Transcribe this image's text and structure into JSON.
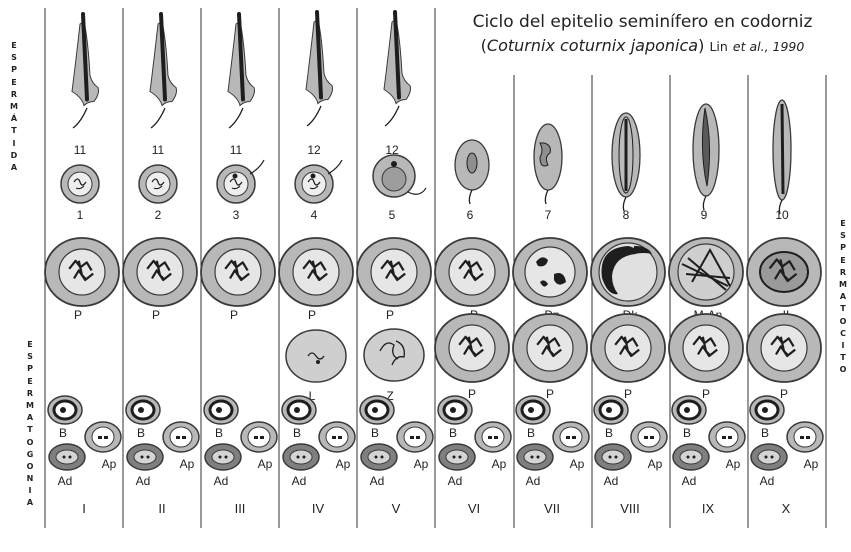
{
  "title": {
    "line1": "Ciclo del epitelio seminífero en codorniz",
    "paren_open": "(",
    "species": "Coturnix coturnix japonica",
    "paren_close": ")",
    "author": "Lin",
    "etal": "et al.",
    "year": ", 1990"
  },
  "side_labels": {
    "espermatida": "ESPERMÁTIDA",
    "espermatogonia": "ESPERMATOGONIA",
    "espermatocito": "ESPERMATOCITO"
  },
  "columns": [
    {
      "stage": "I",
      "elong_num": "11",
      "round_num": "1",
      "cyte_top": "P",
      "cyte_bot": ""
    },
    {
      "stage": "II",
      "elong_num": "11",
      "round_num": "2",
      "cyte_top": "P",
      "cyte_bot": ""
    },
    {
      "stage": "III",
      "elong_num": "11",
      "round_num": "3",
      "cyte_top": "P",
      "cyte_bot": ""
    },
    {
      "stage": "IV",
      "elong_num": "12",
      "round_num": "4",
      "cyte_top": "P",
      "cyte_bot": "L"
    },
    {
      "stage": "V",
      "elong_num": "12",
      "round_num": "5",
      "cyte_top": "P",
      "cyte_bot": "Z"
    },
    {
      "stage": "VI",
      "elong_num": "",
      "round_num": "6",
      "cyte_top": "P",
      "cyte_bot": "P"
    },
    {
      "stage": "VII",
      "elong_num": "",
      "round_num": "7",
      "cyte_top": "Dp",
      "cyte_bot": "P"
    },
    {
      "stage": "VIII",
      "elong_num": "",
      "round_num": "8",
      "cyte_top": "Dk",
      "cyte_bot": "P"
    },
    {
      "stage": "IX",
      "elong_num": "",
      "round_num": "9",
      "cyte_top": "M-An",
      "cyte_bot": "P"
    },
    {
      "stage": "X",
      "elong_num": "",
      "round_num": "10",
      "cyte_top": "II",
      "cyte_bot": "P"
    }
  ],
  "gonia_labels": {
    "b": "B",
    "ap": "Ap",
    "ad": "Ad"
  },
  "colors": {
    "cell": "#b8b8b8",
    "cell_edge": "#3a3a3a",
    "dark": "#1e1e1e",
    "line": "#555555"
  }
}
